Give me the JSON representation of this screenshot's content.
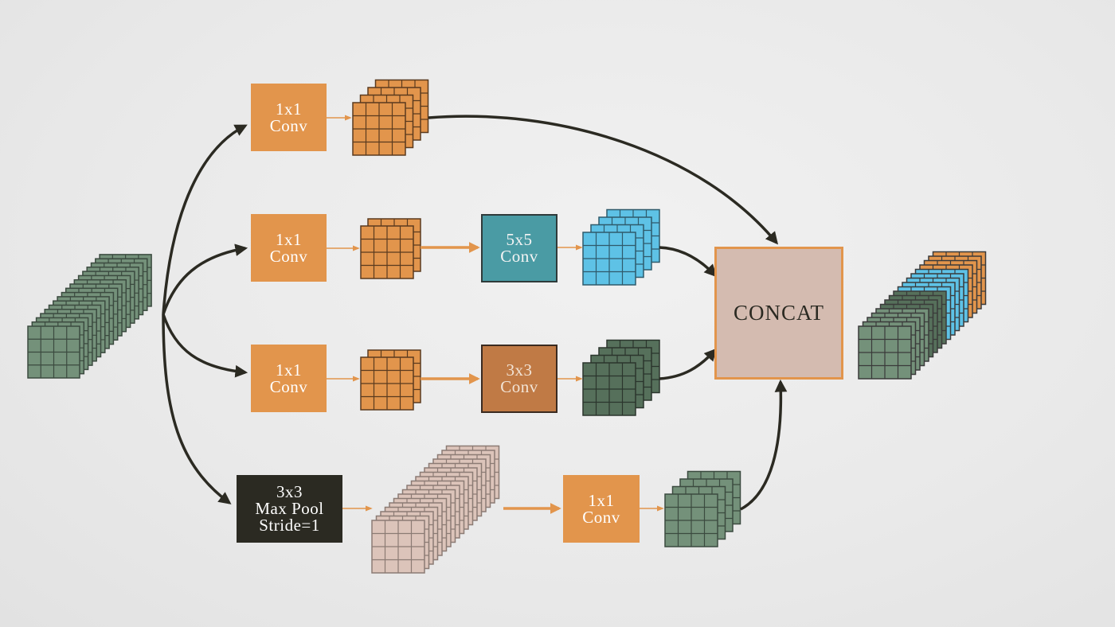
{
  "nodes": {
    "conv1": {
      "line1": "1x1",
      "line2": "Conv"
    },
    "conv2": {
      "line1": "1x1",
      "line2": "Conv"
    },
    "conv3": {
      "line1": "1x1",
      "line2": "Conv"
    },
    "conv5x5": {
      "line1": "5x5",
      "line2": "Conv"
    },
    "conv3x3": {
      "line1": "3x3",
      "line2": "Conv"
    },
    "maxpool": {
      "line1": "3x3",
      "line2": "Max Pool",
      "line3": "Stride=1"
    },
    "conv4": {
      "line1": "1x1",
      "line2": "Conv"
    },
    "concat": {
      "label": "CONCAT"
    }
  },
  "colors": {
    "conv_orange": "#e2954c",
    "conv5x5_teal": "#4a9ba4",
    "conv3x3_brown": "#c07a45",
    "maxpool_dark": "#2b2a22",
    "concat_fill": "#d4bbb0",
    "tensor_green": "#74917a",
    "tensor_orange": "#e2954c",
    "tensor_blue": "#5ec2e6",
    "tensor_darkgreen": "#56705b",
    "tensor_pink": "#dcc4ba",
    "arrow_dark": "#2b2a22",
    "arrow_orange": "#e2954c"
  }
}
